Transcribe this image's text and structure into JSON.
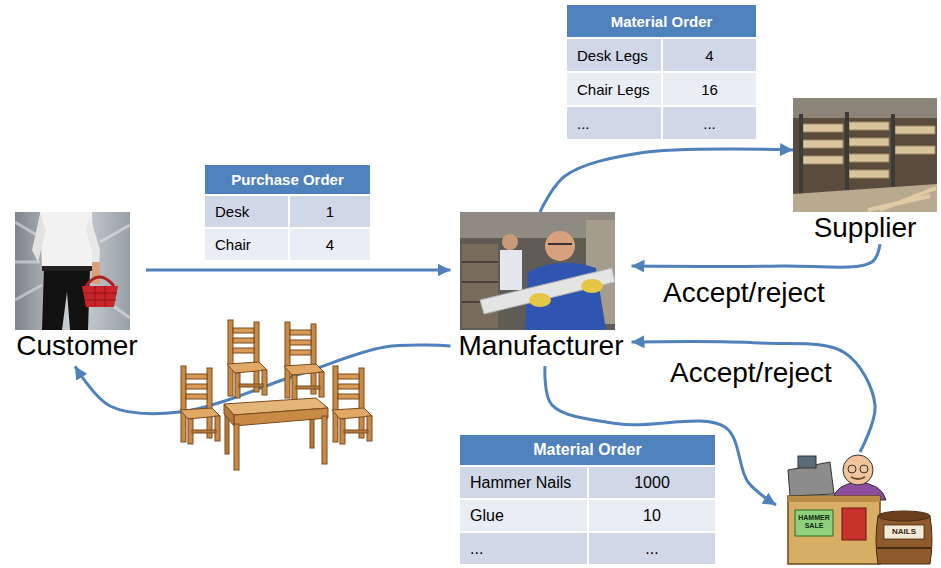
{
  "diagram": {
    "nodes": [
      {
        "text": [
          "Customer"
        ]
      },
      {
        "text": [
          "Manufacturer"
        ]
      },
      {
        "text": [
          "Supplier"
        ]
      },
      {
        "text": [
          "HAMMER SALE",
          "NAILS"
        ]
      }
    ],
    "edges": [
      {
        "from": 0,
        "to": 1,
        "arrow": "to"
      },
      {
        "from": 1,
        "to": 2,
        "arrow": "to"
      },
      {
        "from": 2,
        "to": 1,
        "label": "Accept/reject",
        "arrow": "to"
      },
      {
        "from": 1,
        "to": 3,
        "arrow": "to"
      },
      {
        "from": 3,
        "to": 1,
        "label": "Accept/reject",
        "arrow": "to"
      },
      {
        "from": 1,
        "to": 0,
        "arrow": "to"
      }
    ],
    "labels": [
      "Purchase Order",
      "Desk",
      "1",
      "Chair",
      "4",
      "Material Order",
      "Desk Legs",
      "4",
      "Chair Legs",
      "16",
      "...",
      "...",
      "Material Order",
      "Hammer Nails",
      "1000",
      "Glue",
      "10",
      "...",
      "..."
    ]
  }
}
